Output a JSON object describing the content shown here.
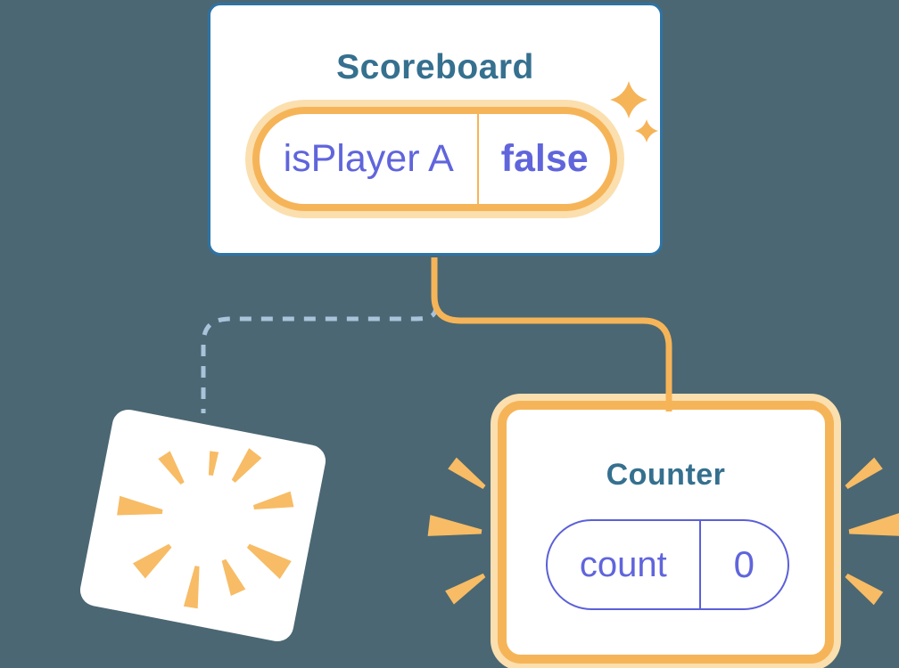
{
  "scoreboard": {
    "title": "Scoreboard",
    "state": {
      "key": "isPlayer A",
      "value": "false"
    }
  },
  "counter": {
    "title": "Counter",
    "state": {
      "key": "count",
      "value": "0"
    }
  },
  "colors": {
    "background": "#4B6773",
    "card_bg": "#FFFFFF",
    "scoreboard_border": "#2D73A6",
    "title_text": "#35708F",
    "state_text": "#6065DC",
    "counter_pill_border": "#5B60D8",
    "orange": "#F6B458",
    "orange_halo": "#FBDFAE",
    "burst_orange": "#F7BC65",
    "dashed_line": "#A8C3DA"
  },
  "icons": {
    "sparkles": "sparkle-icon",
    "poof_burst": "poof-burst-icon",
    "emphasis": "emphasis-marks-icon"
  }
}
